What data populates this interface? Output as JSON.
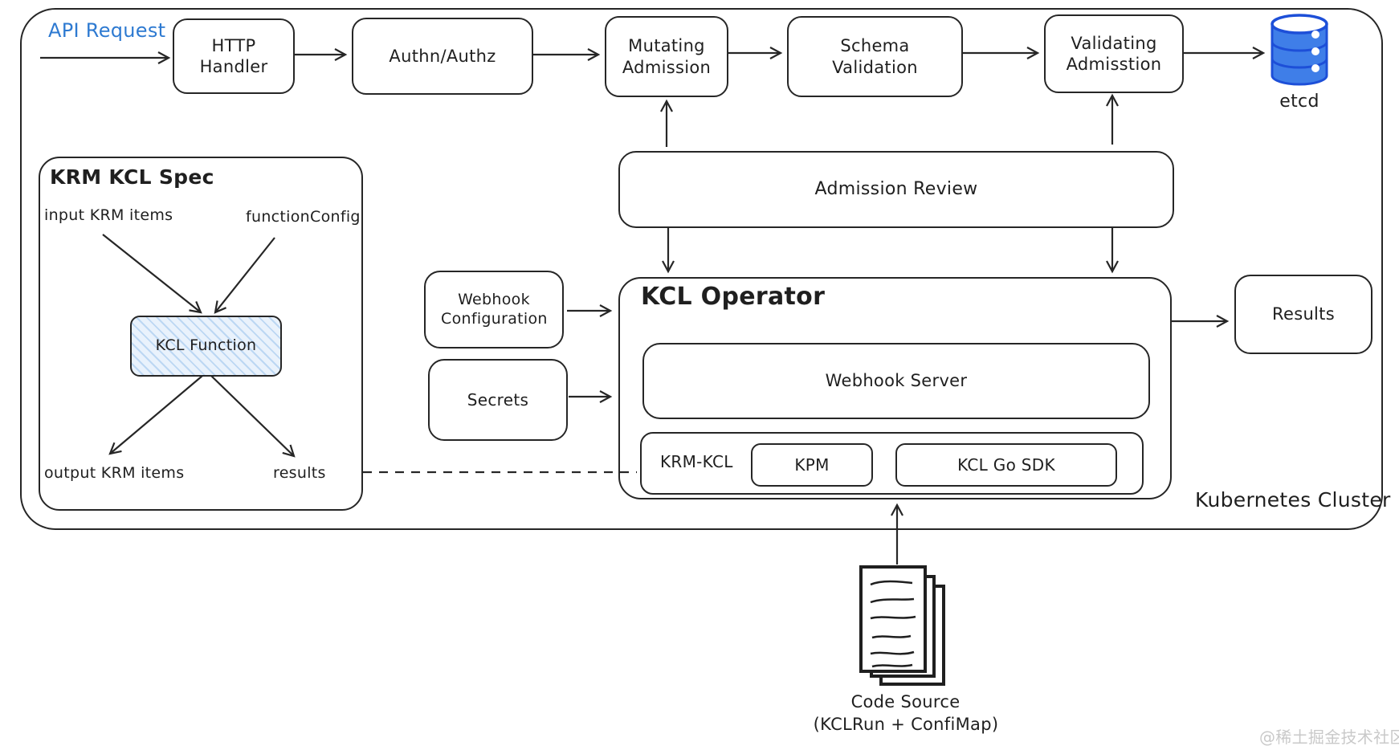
{
  "kubernetes_cluster": {
    "label": "Kubernetes Cluster",
    "api_request_label": "API Request",
    "pipeline": {
      "http_handler": "HTTP Handler",
      "authn_authz": "Authn/Authz",
      "mutating_admission": "Mutating Admission",
      "schema_validation": "Schema Validation",
      "validating_admission": "Validating Admisstion"
    },
    "etcd_label": "etcd",
    "admission_review_label": "Admission Review",
    "krm_kcl_spec": {
      "title": "KRM KCL Spec",
      "input_label": "input KRM items",
      "function_config_label": "functionConfig",
      "kcl_function_label": "KCL Function",
      "output_label": "output KRM items",
      "results_label": "results"
    },
    "webhook_configuration_label": "Webhook Configuration",
    "secrets_label": "Secrets",
    "kcl_operator": {
      "title": "KCL Operator",
      "webhook_server_label": "Webhook Server",
      "krm_kcl_label": "KRM-KCL",
      "kpm_label": "KPM",
      "kcl_go_sdk_label": "KCL Go SDK"
    },
    "results_label": "Results"
  },
  "code_source": {
    "title": "Code Source",
    "subtitle": "(KCLRun + ConfiMap)"
  },
  "icons": {
    "etcd": "database-icon",
    "code_source": "documents-icon"
  },
  "watermark": "@稀土掘金技术社区",
  "colors": {
    "line": "#262626",
    "accent_blue": "#2e7ad1",
    "etcd_fill": "#3f7ee8",
    "etcd_stroke": "#1d4fd8",
    "kcl_function_fill": "#e9f2fc",
    "kcl_function_hatch": "#bcd7f3",
    "watermark_gray": "#c9c9c9"
  }
}
